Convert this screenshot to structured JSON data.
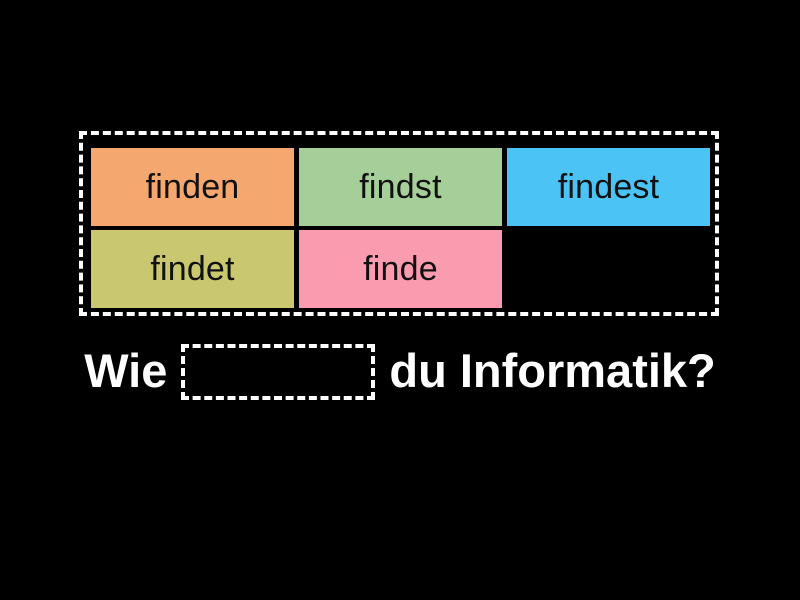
{
  "page": {
    "background_color": "#000000",
    "type": "fill-in-the-blank drag and drop quiz"
  },
  "word_bank": {
    "name": "word-bank",
    "border_color": "#ffffff",
    "tiles": [
      {
        "label": "finden",
        "color": "#F4A76E",
        "empty": false
      },
      {
        "label": "findst",
        "color": "#A5CE98",
        "empty": false
      },
      {
        "label": "findest",
        "color": "#4CC3F5",
        "empty": false
      },
      {
        "label": "findet",
        "color": "#C9C770",
        "empty": false
      },
      {
        "label": "finde",
        "color": "#FB9BB0",
        "empty": false
      },
      {
        "label": "",
        "color": "#000000",
        "empty": true
      }
    ]
  },
  "sentence": {
    "before_blank": "Wie",
    "blank_placeholder": "",
    "after_blank": "du Informatik?",
    "text_color": "#ffffff",
    "full_text": "Wie ______ du Informatik?"
  }
}
